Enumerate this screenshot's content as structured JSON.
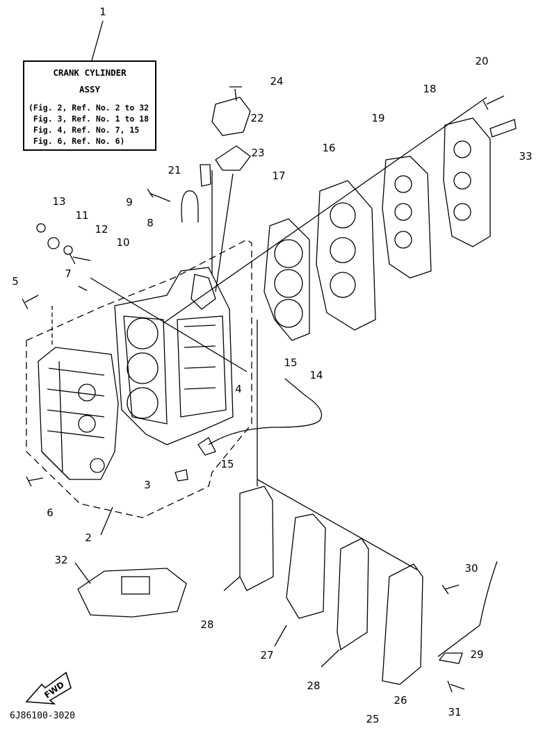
{
  "legend": {
    "title_line1": "CRANK CYLINDER",
    "title_line2": "ASSY",
    "refs": [
      "(Fig. 2, Ref. No. 2 to 32",
      " Fig. 3, Ref. No. 1 to 18",
      " Fig. 4, Ref. No. 7, 15",
      " Fig. 6, Ref. No. 6)"
    ]
  },
  "callouts": [
    "1",
    "2",
    "3",
    "4",
    "5",
    "6",
    "7",
    "8",
    "9",
    "10",
    "11",
    "12",
    "13",
    "14",
    "15",
    "15",
    "16",
    "17",
    "18",
    "19",
    "20",
    "21",
    "22",
    "23",
    "24",
    "25",
    "26",
    "27",
    "28",
    "28",
    "29",
    "30",
    "31",
    "32",
    "33"
  ],
  "fwd_label": "FWD",
  "doc_code": "6J86100-3020"
}
